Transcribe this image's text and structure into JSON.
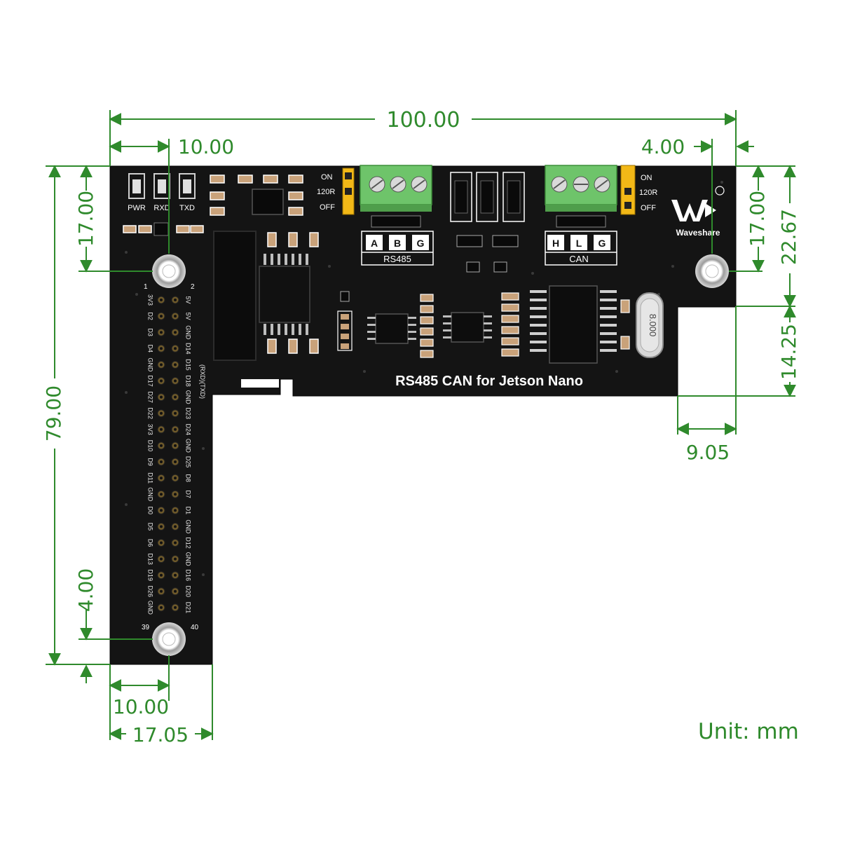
{
  "unit_label": "Unit: mm",
  "dimensions": {
    "width_total": "100.00",
    "hole_left_x": "10.00",
    "hole_right_x": "4.00",
    "left_top_y": "17.00",
    "right_top_y": "17.00",
    "right_height": "22.67",
    "height_total": "79.00",
    "cutout_height": "14.25",
    "cutout_width": "9.05",
    "hole_bottom_y": "4.00",
    "hole_bottom_x": "10.00",
    "stem_width": "17.05"
  },
  "board": {
    "title": "RS485 CAN for Jetson Nano",
    "brand": "Waveshare",
    "leds": [
      "PWR",
      "RXD",
      "TXD"
    ],
    "switch_labels": [
      "ON",
      "120R",
      "OFF"
    ],
    "rs485_terms": [
      "A",
      "B",
      "G"
    ],
    "rs485_label": "RS485",
    "can_terms": [
      "H",
      "L",
      "G"
    ],
    "can_label": "CAN",
    "crystal": "8.000",
    "pin_markers": {
      "p1": "1",
      "p2": "2",
      "p39": "39",
      "p40": "40"
    },
    "uart_note": "(RXD)(TXD)",
    "header_left": [
      "3V3",
      "D2",
      "D3",
      "D4",
      "GND",
      "D17",
      "D27",
      "D22",
      "3V3",
      "D10",
      "D9",
      "D11",
      "GND",
      "D0",
      "D5",
      "D6",
      "D13",
      "D19",
      "D26",
      "GND"
    ],
    "header_right": [
      "5V",
      "5V",
      "GND",
      "D14",
      "D15",
      "D18",
      "GND",
      "D23",
      "D24",
      "GND",
      "D25",
      "D8",
      "D7",
      "D1",
      "GND",
      "D12",
      "GND",
      "D16",
      "D20",
      "D21"
    ]
  },
  "colors": {
    "dimension": "#2f8a2c",
    "pcb": "#141414",
    "terminal": "#6ec46a",
    "jumper": "#f2b817"
  }
}
